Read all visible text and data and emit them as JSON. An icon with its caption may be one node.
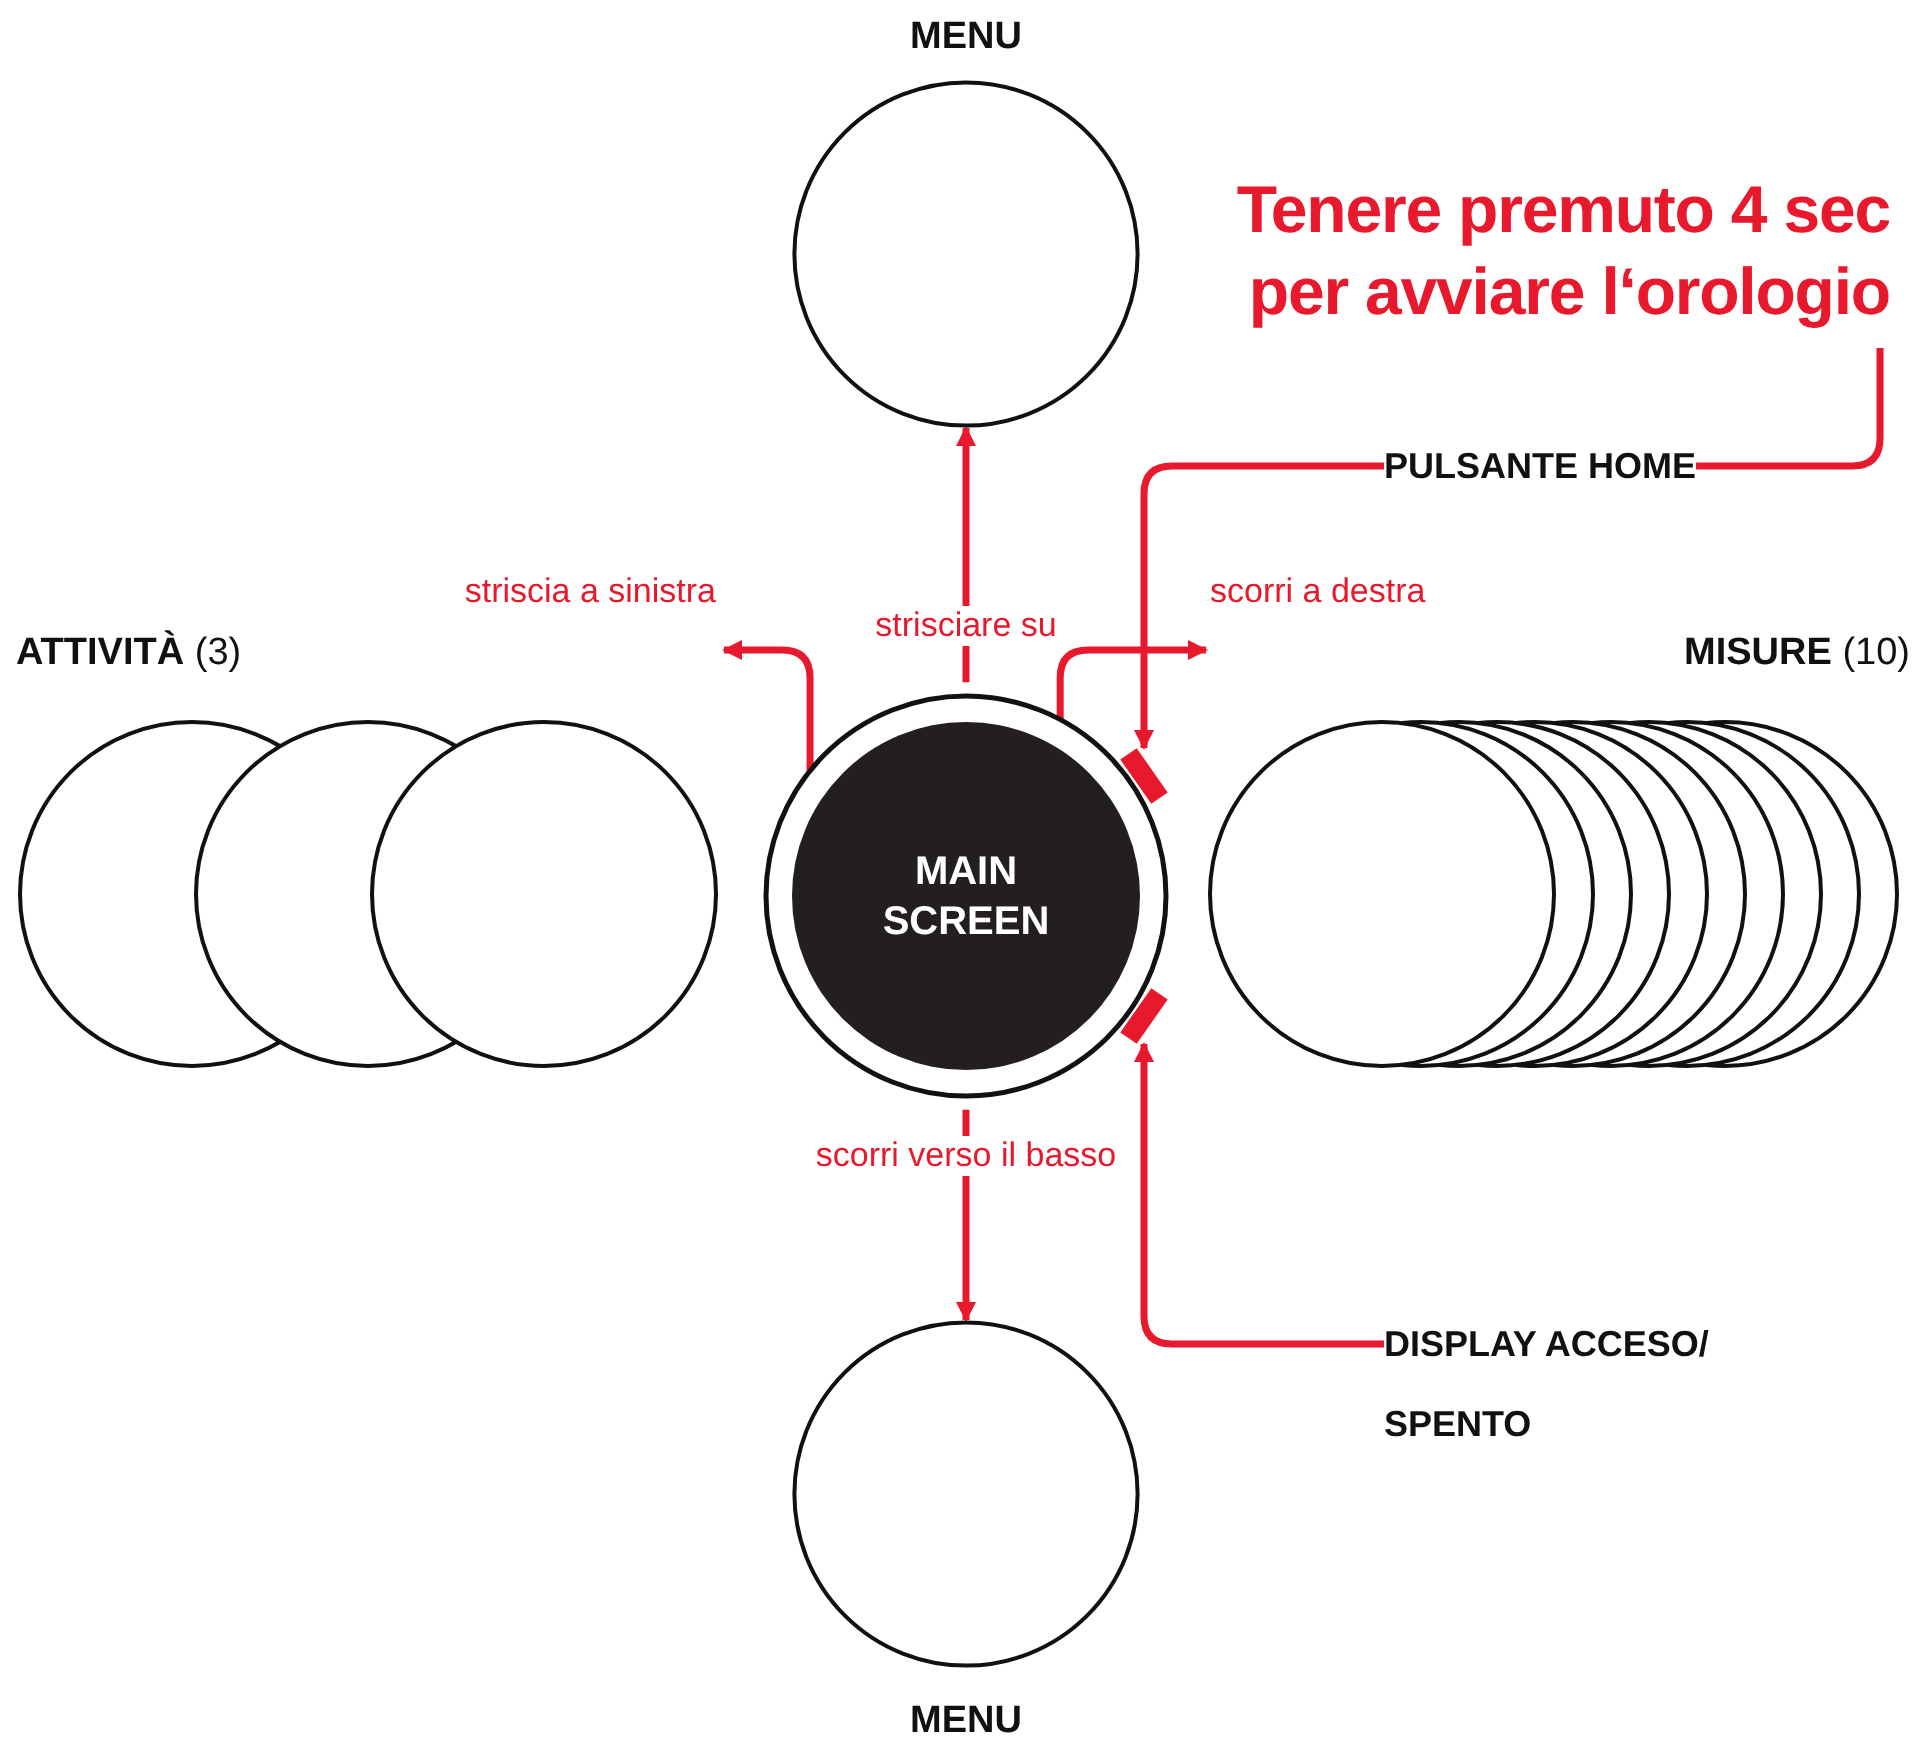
{
  "diagram": {
    "nodes": [
      {
        "text": [
          "MENU"
        ]
      },
      {
        "text": [
          "Tenere premuto 4 sec per avviare l‘orologio"
        ]
      },
      {
        "text": [
          "PULSANTE HOME"
        ]
      },
      {
        "text": [
          "**ATTIVITÀ** (3)"
        ]
      },
      {
        "text": [],
        "shape": "circle",
        "in": 3
      },
      {
        "text": [],
        "shape": "circle",
        "in": 3
      },
      {
        "text": [],
        "shape": "circle",
        "in": 3
      },
      {
        "text": [
          "MAIN SCREEN"
        ]
      },
      {
        "text": [],
        "shape": "bar",
        "in": 7
      },
      {
        "text": [],
        "shape": "bar",
        "in": 7
      },
      {
        "text": [
          "**MISURE** (10)"
        ]
      },
      {
        "text": [],
        "shape": "circle",
        "in": 10
      },
      {
        "text": [],
        "shape": "circle",
        "in": 10
      },
      {
        "text": [],
        "shape": "circle",
        "in": 10
      },
      {
        "text": [],
        "shape": "circle",
        "in": 10
      },
      {
        "text": [],
        "shape": "circle",
        "in": 10
      },
      {
        "text": [],
        "shape": "circle",
        "in": 10
      },
      {
        "text": [],
        "shape": "circle",
        "in": 10
      },
      {
        "text": [],
        "shape": "circle",
        "in": 10
      },
      {
        "text": [],
        "shape": "circle",
        "in": 10
      },
      {
        "text": [],
        "shape": "circle",
        "in": 10
      },
      {
        "text": [
          "DISPLAY ACCESO/ SPENTO"
        ]
      },
      {
        "text": [
          "MENU"
        ]
      }
    ],
    "edges": [
      {
        "from": 7,
        "to": 0,
        "arrow": "to",
        "label": "strisciare su"
      },
      {
        "from": 7,
        "to": 3,
        "arrow": "to",
        "label": "striscia a sinistra"
      },
      {
        "from": 7,
        "to": 10,
        "arrow": "to",
        "label": "scorri a destra"
      },
      {
        "from": 7,
        "to": 22,
        "arrow": "to",
        "label": "scorri verso il basso"
      },
      {
        "from": 1,
        "to": 2,
        "arrow": "none"
      },
      {
        "from": 2,
        "to": 8,
        "arrow": "to"
      },
      {
        "from": 21,
        "to": 9,
        "arrow": "to"
      }
    ]
  }
}
